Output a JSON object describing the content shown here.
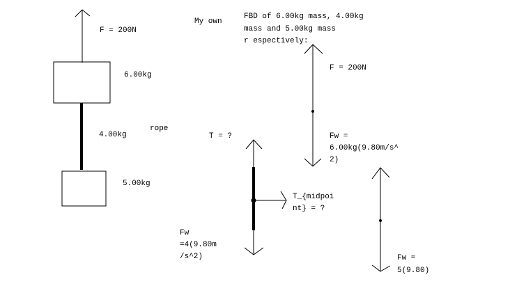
{
  "setup": {
    "applied_force": "F = 200N",
    "mass_top": "6.00kg",
    "mass_rope": "4.00kg",
    "rope_label": "rope",
    "mass_bottom": "5.00kg"
  },
  "header": {
    "my_own": "My own",
    "title_lines": [
      "FBD of 6.00kg mass, 4.00kg",
      "mass and 5.00kg mass",
      "r espectively:"
    ]
  },
  "fbd_top": {
    "force": "F = 200N",
    "weight_lines": [
      "Fw =",
      "6.00kg(9.80m/s^",
      "2)"
    ]
  },
  "fbd_rope": {
    "tension": "T = ?",
    "midpoint_lines": [
      "T_{midpoi",
      "nt} = ?"
    ],
    "weight_lines": [
      "Fw",
      "=4(9.80m",
      "/s^2)"
    ]
  },
  "fbd_bottom": {
    "weight_lines": [
      "Fw =",
      "5(9.80)"
    ]
  }
}
